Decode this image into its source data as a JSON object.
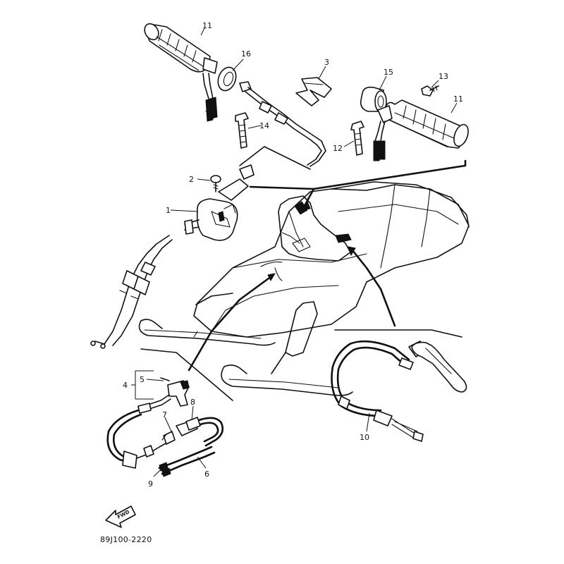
{
  "diagram": {
    "code": "89J100-2220",
    "fwd_label": "FWD",
    "callouts": {
      "c1": "1",
      "c2": "2",
      "c3": "3",
      "c4": "4",
      "c5": "5",
      "c6": "6",
      "c7": "7",
      "c8": "8",
      "c9": "9",
      "c10": "10",
      "c11a": "11",
      "c11b": "11",
      "c12": "12",
      "c13": "13",
      "c14": "14",
      "c15": "15",
      "c16": "16"
    }
  }
}
